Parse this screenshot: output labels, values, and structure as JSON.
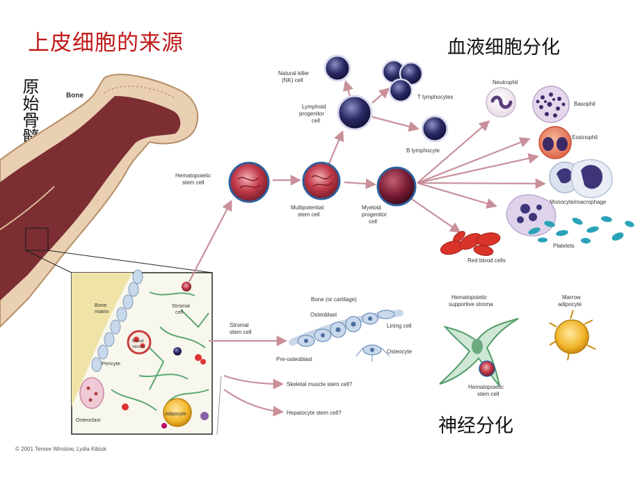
{
  "titles": {
    "main": "上皮细胞的来源",
    "blood": "血液细胞分化",
    "neural": "神经分化",
    "marrow_stem": "原始骨髓干细胞"
  },
  "labels": {
    "bone": "Bone",
    "hsc": [
      "Hematopoietic",
      "stem cell"
    ],
    "multipotential": [
      "Multipotential",
      "stem cell"
    ],
    "lymphoid": [
      "Lymphoid",
      "progenitor",
      "cell"
    ],
    "myeloid": [
      "Myeloid",
      "progenitor",
      "cell"
    ],
    "nk": [
      "Natural killer",
      "(NK) cell"
    ],
    "t_lymph": "T lymphocytes",
    "b_lymph": "B lymphocyte",
    "neutrophil": "Neutrophil",
    "basophil": "Basophil",
    "eosinophil": "Eosinophil",
    "monocyte": "Monocyte/macrophage",
    "platelets": "Platelets",
    "rbc": "Red blood cells",
    "bone_cartilage": "Bone (or cartilage)",
    "osteoblast": "Osteoblast",
    "lining": "Lining cell",
    "osteocyte": "Osteocyte",
    "pre_osteoblast": "Pre-osteoblast",
    "stromal_stem": [
      "Stromal",
      "stem cell"
    ],
    "skeletal": "Skeletal muscle stem cell?",
    "hepatocyte": "Hepatocyte stem cell?",
    "support_stroma": [
      "Hematopoietic",
      "supportive stroma"
    ],
    "marrow_adipocyte": [
      "Marrow",
      "adipocyte"
    ],
    "hsc_bottom": [
      "Hematopoietic",
      "stem cell"
    ],
    "bone_matrix": [
      "Bone",
      "matrix"
    ],
    "stromal_cell": [
      "Stromal",
      "cell"
    ],
    "blood_vessel": [
      "Blood",
      "vessel"
    ],
    "pericyte": "Pericyte",
    "osteoclast": "Osteoclast",
    "adipocyte": "Adipocyte"
  },
  "copyright": "© 2001 Terese Winslow, Lydia Kibiuk",
  "colors": {
    "title_red": "#c01818",
    "arrow": "#c9909a",
    "bone": "#e9c9a6",
    "marrow": "#6b2233",
    "stem_cell": "#c23a4a",
    "lymph_cell": "#2b2a64",
    "rbc": "#d9332a",
    "stromal_green": "#4fa06a"
  }
}
